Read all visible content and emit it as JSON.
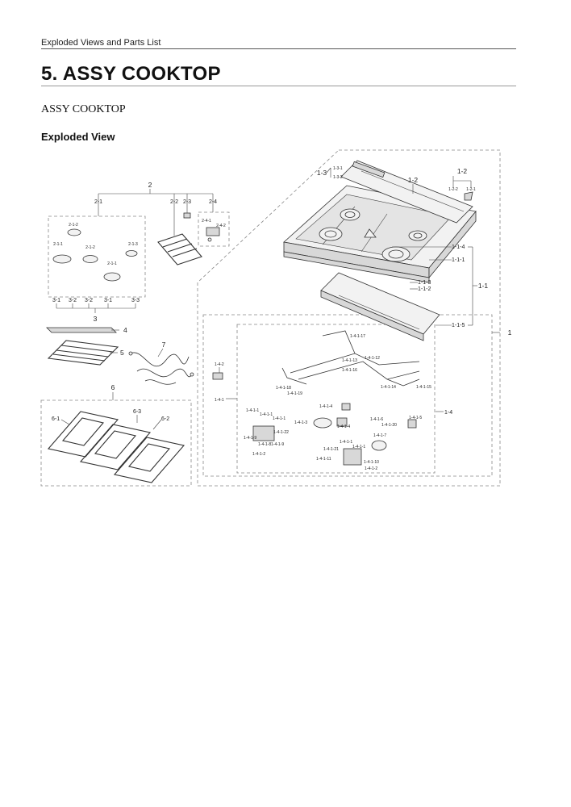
{
  "header": {
    "running_head": "Exploded Views and Parts List"
  },
  "chapter": {
    "title": "5.  ASSY COOKTOP"
  },
  "section": {
    "subtitle": "ASSY COOKTOP",
    "heading": "Exploded View"
  },
  "diagram": {
    "callouts": {
      "c1": "1",
      "c1_1": "1-1",
      "c1_1_1": "1-1-1",
      "c1_1_2": "1-1-2",
      "c1_1_3": "1-1-3",
      "c1_1_4": "1-1-4",
      "c1_1_5": "1-1-5",
      "c1_2": "1-2",
      "c1_2_1": "1-2-1",
      "c1_2_2": "1-2-2",
      "c1_3": "1-3",
      "c1_3_1": "1-3-1",
      "c1_3_2": "1-3-2",
      "c1_4": "1-4",
      "c1_4_1": "1-4-1",
      "c1_4_2": "1-4-2",
      "c2": "2",
      "c2_1": "2-1",
      "c2_1_1a": "2-1-1",
      "c2_1_1b": "2-1-1",
      "c2_1_2a": "2-1-2",
      "c2_1_2b": "2-1-2",
      "c2_1_3": "2-1-3",
      "c2_2": "2-2",
      "c2_3": "2-3",
      "c2_4": "2-4",
      "c2_4_1": "2-4-1",
      "c2_4_2": "2-4-2",
      "c3": "3",
      "c3_1a": "3-1",
      "c3_2a": "3-2",
      "c3_2b": "3-2",
      "c3_1b": "3-1",
      "c3_3": "3-3",
      "c4": "4",
      "c5": "5",
      "c6": "6",
      "c6_1": "6-1",
      "c6_2": "6-2",
      "c6_3": "6-3",
      "c7": "7",
      "v17": "1-4-1-17",
      "v12": "1-4-1-12",
      "v13": "1-4-1-13",
      "v16": "1-4-1-16",
      "v14": "1-4-1-14",
      "v18": "1-4-1-18",
      "v19": "1-4-1-19",
      "v15": "1-4-1-15",
      "v4a": "1-4-1-4",
      "v1a": "1-4-1-1",
      "v1b": "1-4-1-1",
      "v3": "1-4-1-3",
      "v22": "1-4-1-22",
      "v9a": "1-4-1-9",
      "v8": "1-4-1-8",
      "v9b": "1-4-1-9",
      "v2a": "1-4-1-2",
      "v4b": "1-4-1-4",
      "v6": "1-4-1-6",
      "v20": "1-4-1-20",
      "v5": "1-4-1-5",
      "v7": "1-4-1-7",
      "v1c": "1-4-1-1",
      "v1d": "1-4-1-1",
      "v21": "1-4-1-21",
      "v11": "1-4-1-11",
      "v10": "1-4-1-10",
      "v2b": "1-4-1-2"
    }
  }
}
